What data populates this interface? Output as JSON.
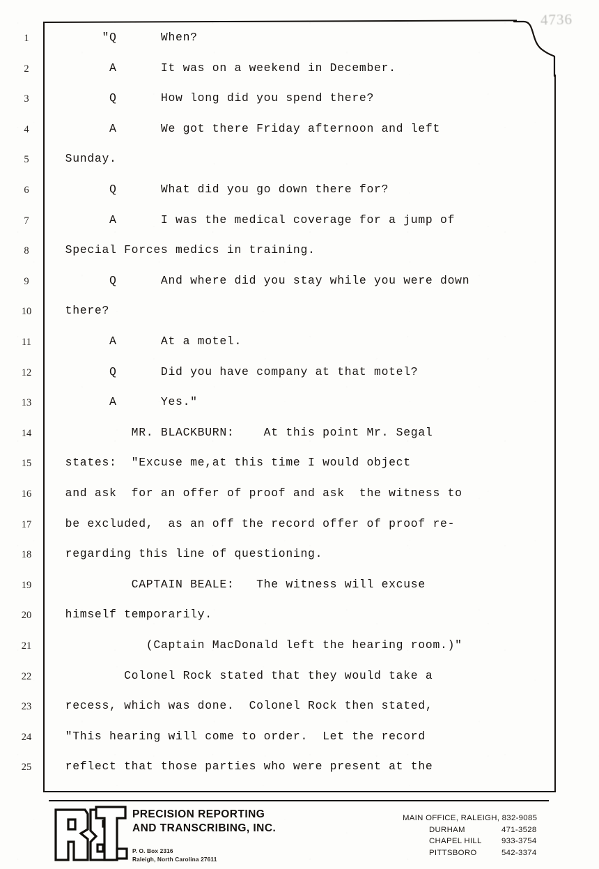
{
  "document": {
    "page_stamp": "4736",
    "line_numbers": [
      "1",
      "2",
      "3",
      "4",
      "5",
      "6",
      "7",
      "8",
      "9",
      "10",
      "11",
      "12",
      "13",
      "14",
      "15",
      "16",
      "17",
      "18",
      "19",
      "20",
      "21",
      "22",
      "23",
      "24",
      "25"
    ],
    "lines": [
      {
        "number": "1",
        "text": "        \"Q      When?"
      },
      {
        "number": "2",
        "text": "         A      It was on a weekend in December."
      },
      {
        "number": "3",
        "text": "         Q      How long did you spend there?"
      },
      {
        "number": "4",
        "text": "         A      We got there Friday afternoon and left"
      },
      {
        "number": "5",
        "text": "   Sunday."
      },
      {
        "number": "6",
        "text": "         Q      What did you go down there for?"
      },
      {
        "number": "7",
        "text": "         A      I was the medical coverage for a jump of"
      },
      {
        "number": "8",
        "text": "   Special Forces medics in training."
      },
      {
        "number": "9",
        "text": "         Q      And where did you stay while you were down"
      },
      {
        "number": "10",
        "text": "   there?"
      },
      {
        "number": "11",
        "text": "         A      At a motel."
      },
      {
        "number": "12",
        "text": "         Q      Did you have company at that motel?"
      },
      {
        "number": "13",
        "text": "         A      Yes.\""
      },
      {
        "number": "14",
        "text": "            MR. BLACKBURN:    At this point Mr. Segal"
      },
      {
        "number": "15",
        "text": "   states:  \"Excuse me,at this time I would object"
      },
      {
        "number": "16",
        "text": "   and ask  for an offer of proof and ask  the witness to"
      },
      {
        "number": "17",
        "text": "   be excluded,  as an off the record offer of proof re-"
      },
      {
        "number": "18",
        "text": "   regarding this line of questioning."
      },
      {
        "number": "19",
        "text": "            CAPTAIN BEALE:   The witness will excuse"
      },
      {
        "number": "20",
        "text": "   himself temporarily."
      },
      {
        "number": "21",
        "text": "              (Captain MacDonald left the hearing room.)\""
      },
      {
        "number": "22",
        "text": "           Colonel Rock stated that they would take a"
      },
      {
        "number": "23",
        "text": "   recess, which was done.  Colonel Rock then stated,"
      },
      {
        "number": "24",
        "text": "   \"This hearing will come to order.  Let the record"
      },
      {
        "number": "25",
        "text": "   reflect that those parties who were present at the"
      }
    ]
  },
  "footer": {
    "logo_text": "R&T.",
    "company_line_1": "PRECISION REPORTING",
    "company_line_2": "AND TRANSCRIBING, INC.",
    "address_line_1": "P. O. Box 2316",
    "address_line_2": "Raleigh, North Carolina  27611",
    "main_office": "MAIN OFFICE, RALEIGH, 832-9085",
    "offices": [
      {
        "city": "DURHAM",
        "phone": "471-3528"
      },
      {
        "city": "CHAPEL HILL",
        "phone": "933-3754"
      },
      {
        "city": "PITTSBORO",
        "phone": "542-3374"
      }
    ]
  }
}
